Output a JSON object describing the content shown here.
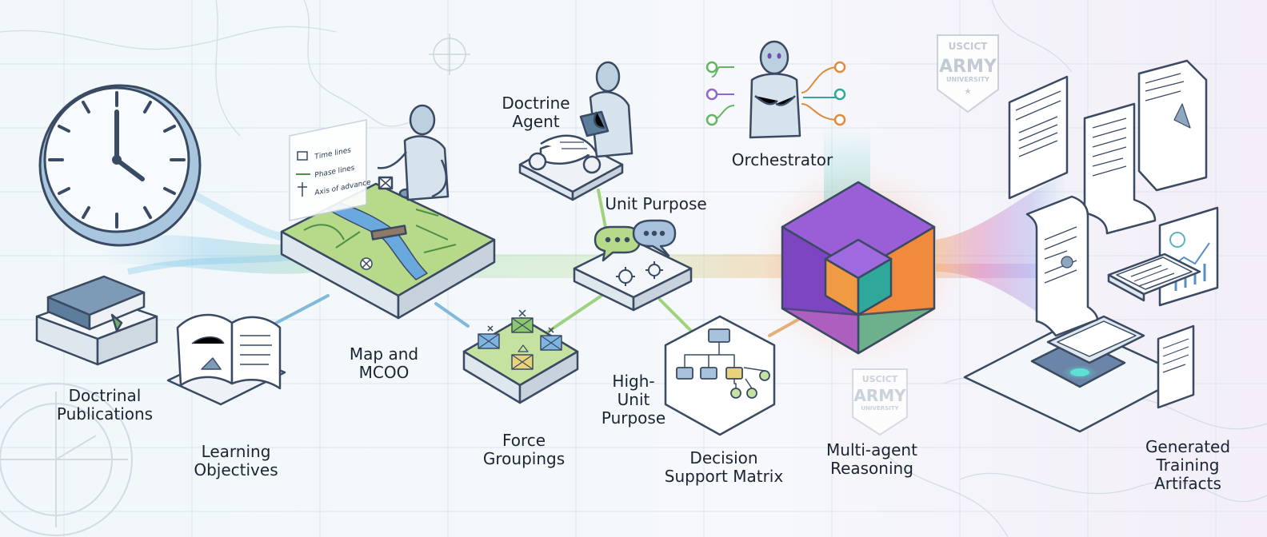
{
  "labels": {
    "doctrinal_publications": "Doctrinal\nPublications",
    "learning_objectives": "Learning\nObjectives",
    "map_mcoo": "Map and\nMCOO",
    "force_groupings": "Force\nGroupings",
    "high_unit_purpose": "High-\nUnit\nPurpose",
    "unit_purpose": "Unit Purpose",
    "doctrine_agent": "Doctrine\nAgent",
    "orchestrator": "Orchestrator",
    "decision_support_matrix": "Decision\nSupport Matrix",
    "multi_agent_reasoning": "Multi-agent\nReasoning",
    "generated_training_artifacts": "Generated\nTraining\nArtifacts"
  },
  "legend": {
    "time_lines": "Time lines",
    "phase_lines": "Phase lines",
    "axis_of_advance": "Axis of advance"
  },
  "badges": {
    "top": {
      "line1": "USCICT",
      "line2": "ARMY",
      "line3": "UNIVERSITY"
    },
    "middle": {
      "line1": "USCICT",
      "line2": "ARMY",
      "line3": "UNIVERSITY"
    }
  },
  "colors": {
    "ink": "#1b2433",
    "outline": "#3a4a63",
    "cube_purple": "#8a4fc8",
    "cube_orange": "#f08a3c",
    "cube_teal": "#2fa79a",
    "map_green": "#b6d98a",
    "river_blue": "#6aa9dd"
  }
}
